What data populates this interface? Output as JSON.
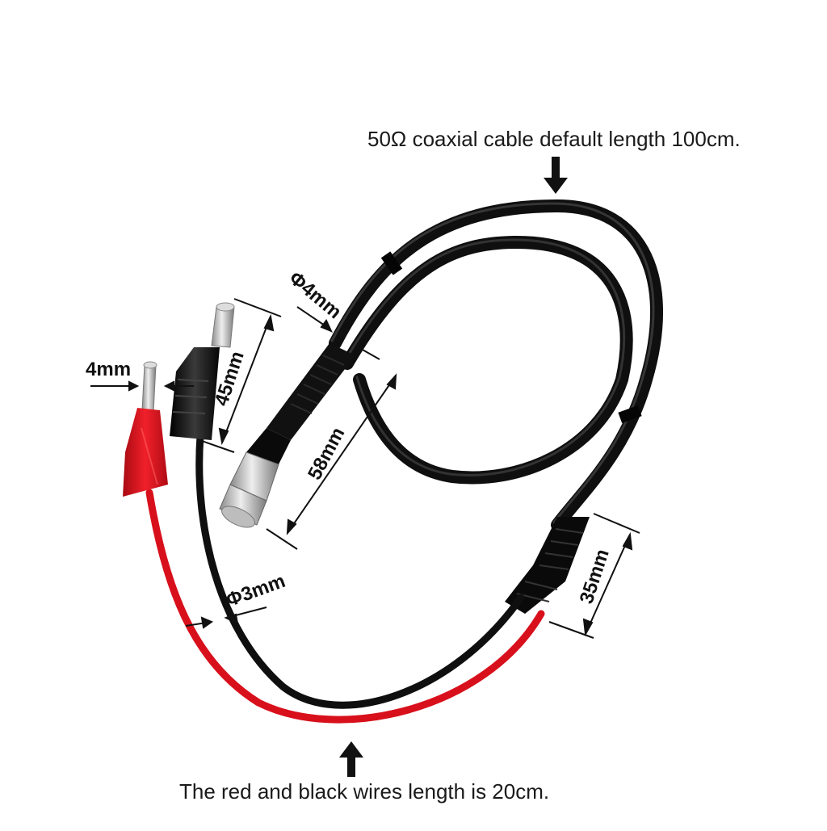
{
  "annotations": {
    "top_caption": "50Ω coaxial cable default length 100cm.",
    "bottom_caption": "The red and black wires length is 20cm.",
    "dim_banana_pin": "4mm",
    "dim_coax_diameter": "Φ4mm",
    "dim_black_plug": "45mm",
    "dim_bnc_connector": "58mm",
    "dim_splitter": "35mm",
    "dim_wire_diameter": "Φ3mm"
  },
  "colors": {
    "background": "#ffffff",
    "cable_black": "#0f0f0f",
    "wire_red": "#d8101c",
    "plug_red": "#e0141e",
    "metal": "#c9c9c9",
    "arrow": "#111111"
  }
}
